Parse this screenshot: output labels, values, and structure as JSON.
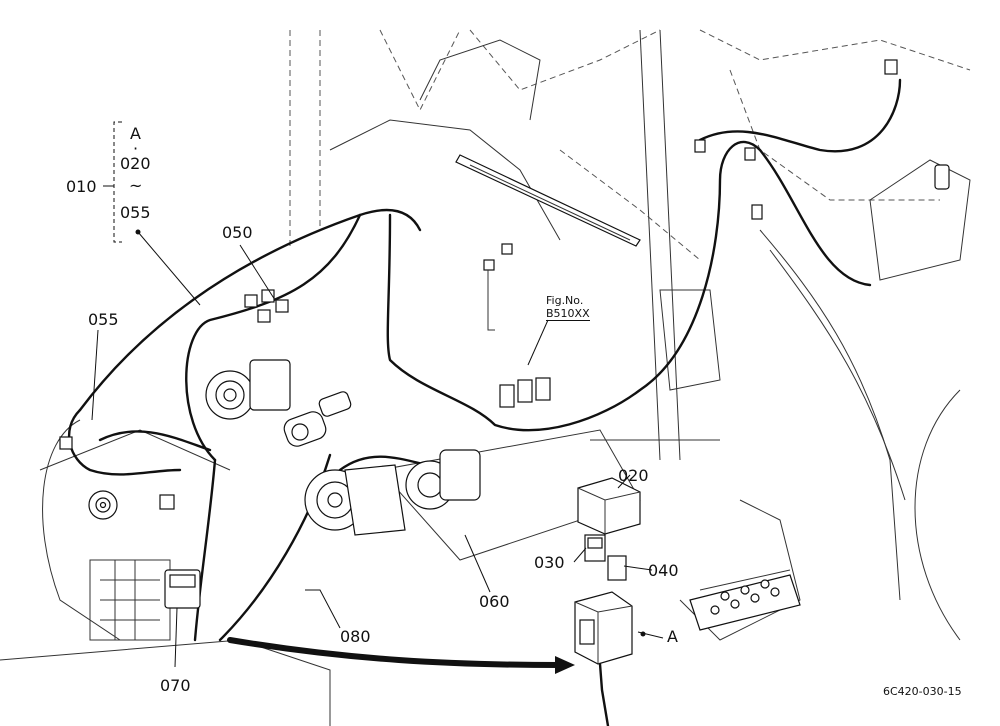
{
  "labels": {
    "group_ref_a": "A",
    "group_ref_dot": "·",
    "group_ref_020": "020",
    "group_ref_tilde": "~",
    "group_ref_055": "055",
    "label_010": "010",
    "label_050": "050",
    "label_055": "055",
    "label_020": "020",
    "label_030": "030",
    "label_040": "040",
    "label_060": "060",
    "label_070": "070",
    "label_080": "080",
    "label_a": "A",
    "fig_no_caption": "Fig.No.",
    "fig_no_value": "B510XX",
    "drawing_code": "6C420-030-15"
  },
  "colors": {
    "ink": "#111111",
    "paper": "#ffffff"
  }
}
